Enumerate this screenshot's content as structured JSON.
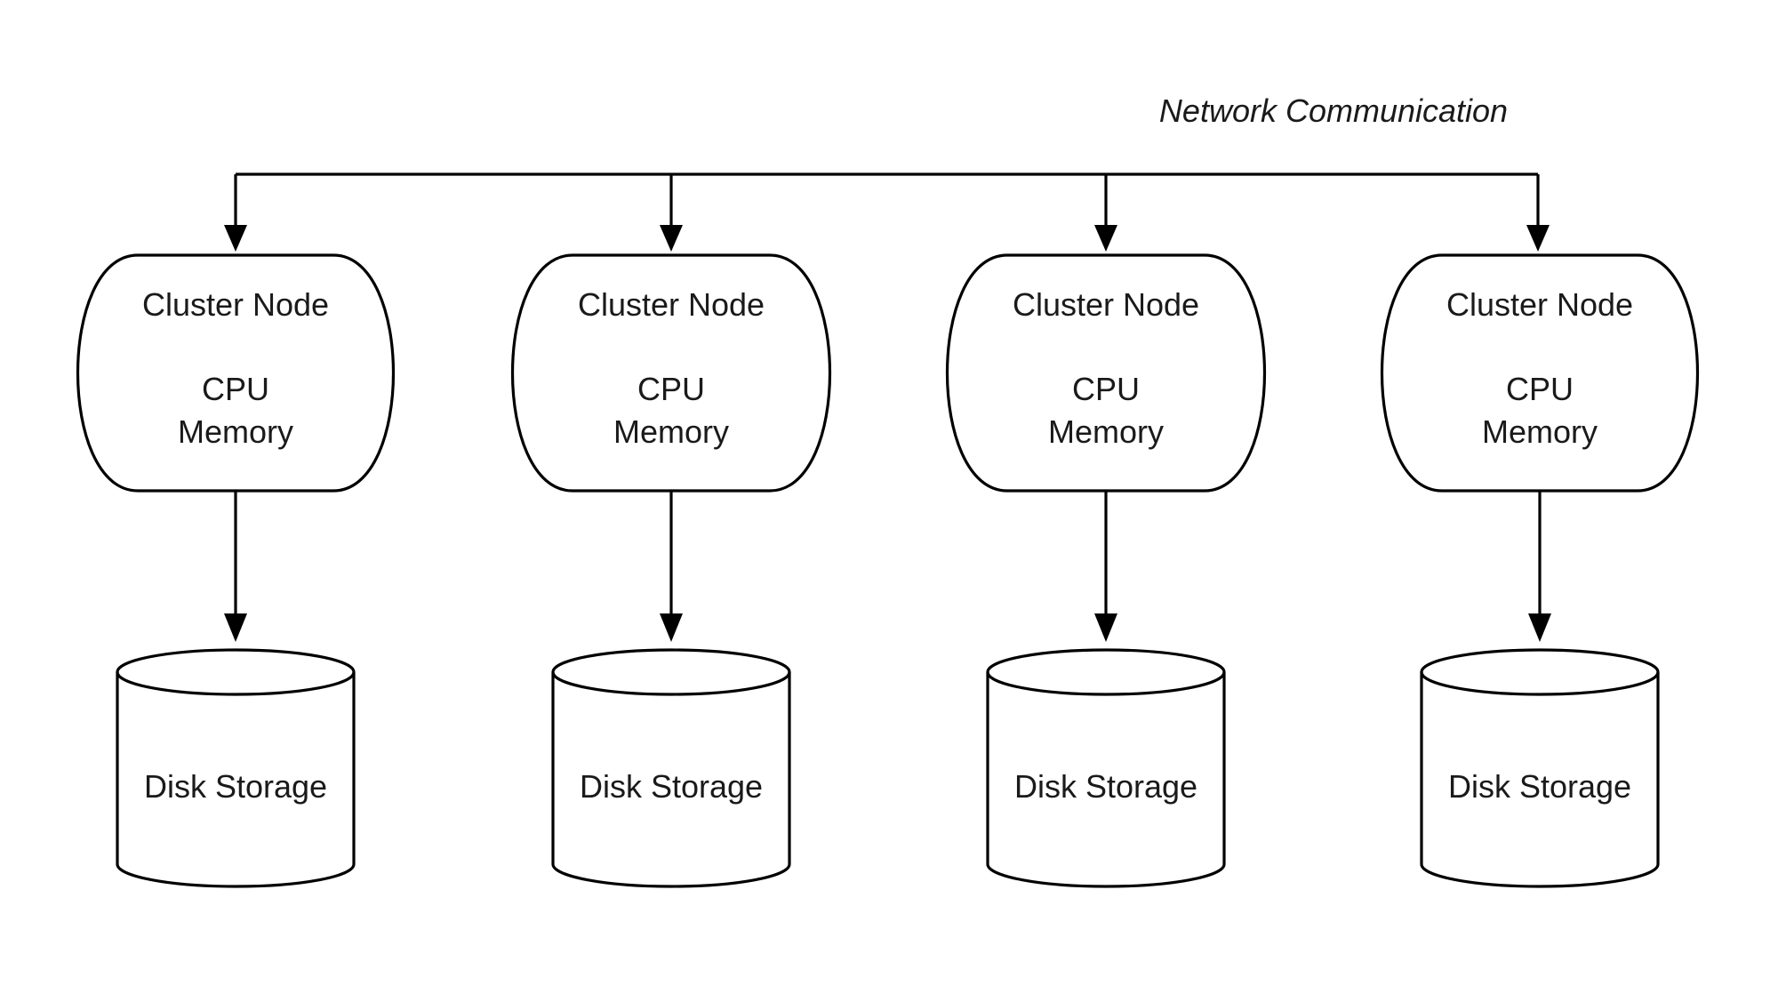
{
  "network": {
    "label": "Network Communication"
  },
  "nodes": [
    {
      "title": "Cluster Node",
      "line1": "CPU",
      "line2": "Memory",
      "storage": "Disk Storage"
    },
    {
      "title": "Cluster Node",
      "line1": "CPU",
      "line2": "Memory",
      "storage": "Disk Storage"
    },
    {
      "title": "Cluster Node",
      "line1": "CPU",
      "line2": "Memory",
      "storage": "Disk Storage"
    },
    {
      "title": "Cluster Node",
      "line1": "CPU",
      "line2": "Memory",
      "storage": "Disk Storage"
    }
  ],
  "colors": {
    "stroke": "#000000",
    "text": "#1a1a1a",
    "background": "#ffffff"
  }
}
